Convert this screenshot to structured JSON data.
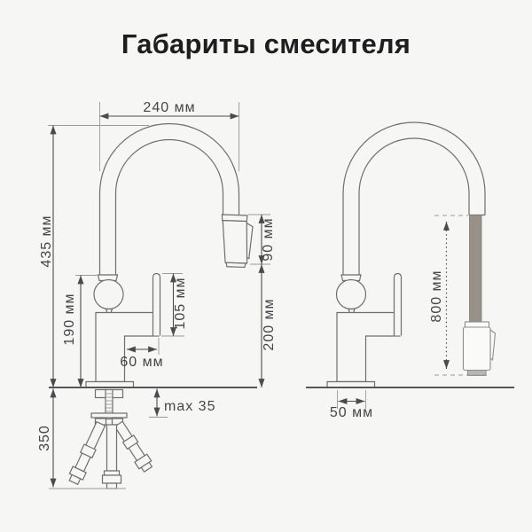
{
  "title": "Габариты смесителя",
  "views": {
    "front": {
      "dimensions": {
        "spout_reach": "240 мм",
        "overall_height": "435 мм",
        "spray_head_height": "90 мм",
        "spout_to_counter": "200 мм",
        "body_height": "190 мм",
        "handle_height": "105 мм",
        "body_depth": "60 мм",
        "max_mount_thickness": "max 35",
        "under_counter_length": "350"
      }
    },
    "pullout": {
      "dimensions": {
        "hose_extension": "800 мм",
        "base_width": "50 мм"
      }
    }
  },
  "colors": {
    "background": "#f6f6f4",
    "drawing_line": "#6e6e6e",
    "dimension_line": "#4b4b4e",
    "label_text": "#46464a",
    "title_text": "#1e1e21",
    "hose_gray": "#97918a",
    "head_cap_gray": "#b9b6b1"
  }
}
